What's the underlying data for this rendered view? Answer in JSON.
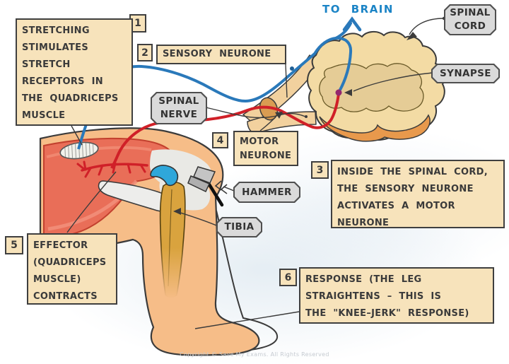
{
  "title": "Knee-jerk reflex arc diagram",
  "steps": [
    {
      "number": "1",
      "text": "STRETCHING\nSTIMULATES\nSTRETCH\nRECEPTORS IN\nTHE QUADRICEPS\nMUSCLE"
    },
    {
      "number": "2",
      "text": "SENSORY NEURONE"
    },
    {
      "number": "3",
      "text": "INSIDE THE SPINAL CORD,\nTHE SENSORY NEURONE\nACTIVATES A MOTOR\nNEURONE"
    },
    {
      "number": "4",
      "text": "MOTOR\nNEURONE"
    },
    {
      "number": "5",
      "text": "EFFECTOR\n(QUADRICEPS\nMUSCLE)\nCONTRACTS"
    },
    {
      "number": "6",
      "text": "RESPONSE (THE LEG\nSTRAIGHTENS – THIS IS\nTHE \"KNEE–JERK\" RESPONSE)"
    }
  ],
  "labels": {
    "to_brain": "TO BRAIN",
    "spinal_cord": "SPINAL\nCORD",
    "synapse": "SYNAPSE",
    "spinal_nerve": "SPINAL\nNERVE",
    "hammer": "HAMMER",
    "tibia": "TIBIA"
  },
  "footer": {
    "copyright": "Copyright © Save My Exams. All Rights Reserved"
  },
  "colors": {
    "sensory_neurone": "#2A79BA",
    "motor_neurone": "#D02028",
    "to_brain_text": "#1B84C6",
    "note_fill": "#F7E3BB",
    "tag_fill": "#DADADA",
    "muscle": "#E96E58",
    "skin": "#F6BD88",
    "tibia_bone": "#D9A33E",
    "patella": "#2FA7DA",
    "spinal_cord_fill": "#F3DBA4",
    "grey_matter_fill": "#E5CC96",
    "ventral_fill": "#E8994C",
    "synapse_dot": "#93276D"
  }
}
